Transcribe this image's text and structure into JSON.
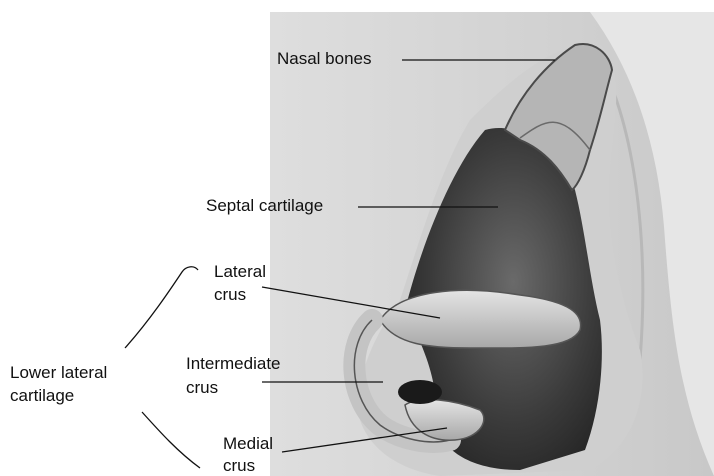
{
  "labels": {
    "nasal_bones": "Nasal bones",
    "septal_cartilage": "Septal cartilage",
    "lateral_crus_1": "Lateral",
    "lateral_crus_2": "crus",
    "intermediate_crus_1": "Intermediate",
    "intermediate_crus_2": "crus",
    "medial_crus_1": "Medial",
    "medial_crus_2": "crus",
    "lower_lateral_1": "Lower lateral",
    "lower_lateral_2": "cartilage"
  },
  "colors": {
    "background": "#ffffff",
    "panel": "#d6d6d6",
    "skin_light": "#e2e2e2",
    "shadow": "#2a2a2a",
    "cartilage": "#c9c9c9",
    "leader_line": "#111111"
  }
}
